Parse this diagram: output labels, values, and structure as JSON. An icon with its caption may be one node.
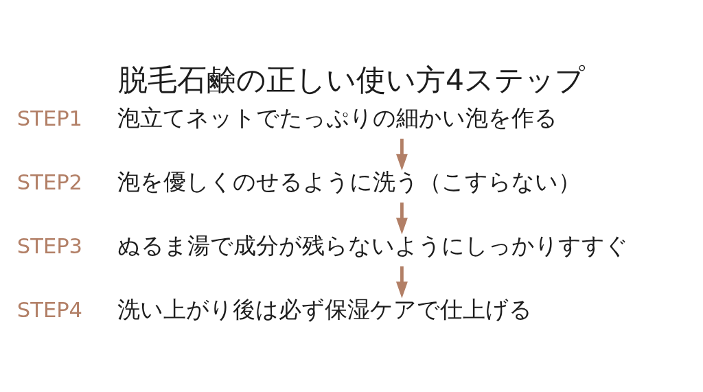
{
  "diagram": {
    "title": "脱毛石鹸の正しい使い方4ステップ",
    "nodes": [
      {
        "text": [
          "泡立てネットでたっぷりの細かい泡を作る"
        ],
        "beside": [
          "STEP1"
        ]
      },
      {
        "text": [
          "泡を優しくのせるように洗う（こすらない）"
        ],
        "beside": [
          "STEP2"
        ]
      },
      {
        "text": [
          "ぬるま湯で成分が残らないようにしっかりすすぐ"
        ],
        "beside": [
          "STEP3"
        ]
      },
      {
        "text": [
          "洗い上がり後は必ず保湿ケアで仕上げる"
        ],
        "beside": [
          "STEP4"
        ]
      }
    ],
    "edges": [
      {
        "from": 0,
        "to": 1,
        "arrow": "to"
      },
      {
        "from": 1,
        "to": 2,
        "arrow": "to"
      },
      {
        "from": 2,
        "to": 3,
        "arrow": "to"
      }
    ]
  }
}
